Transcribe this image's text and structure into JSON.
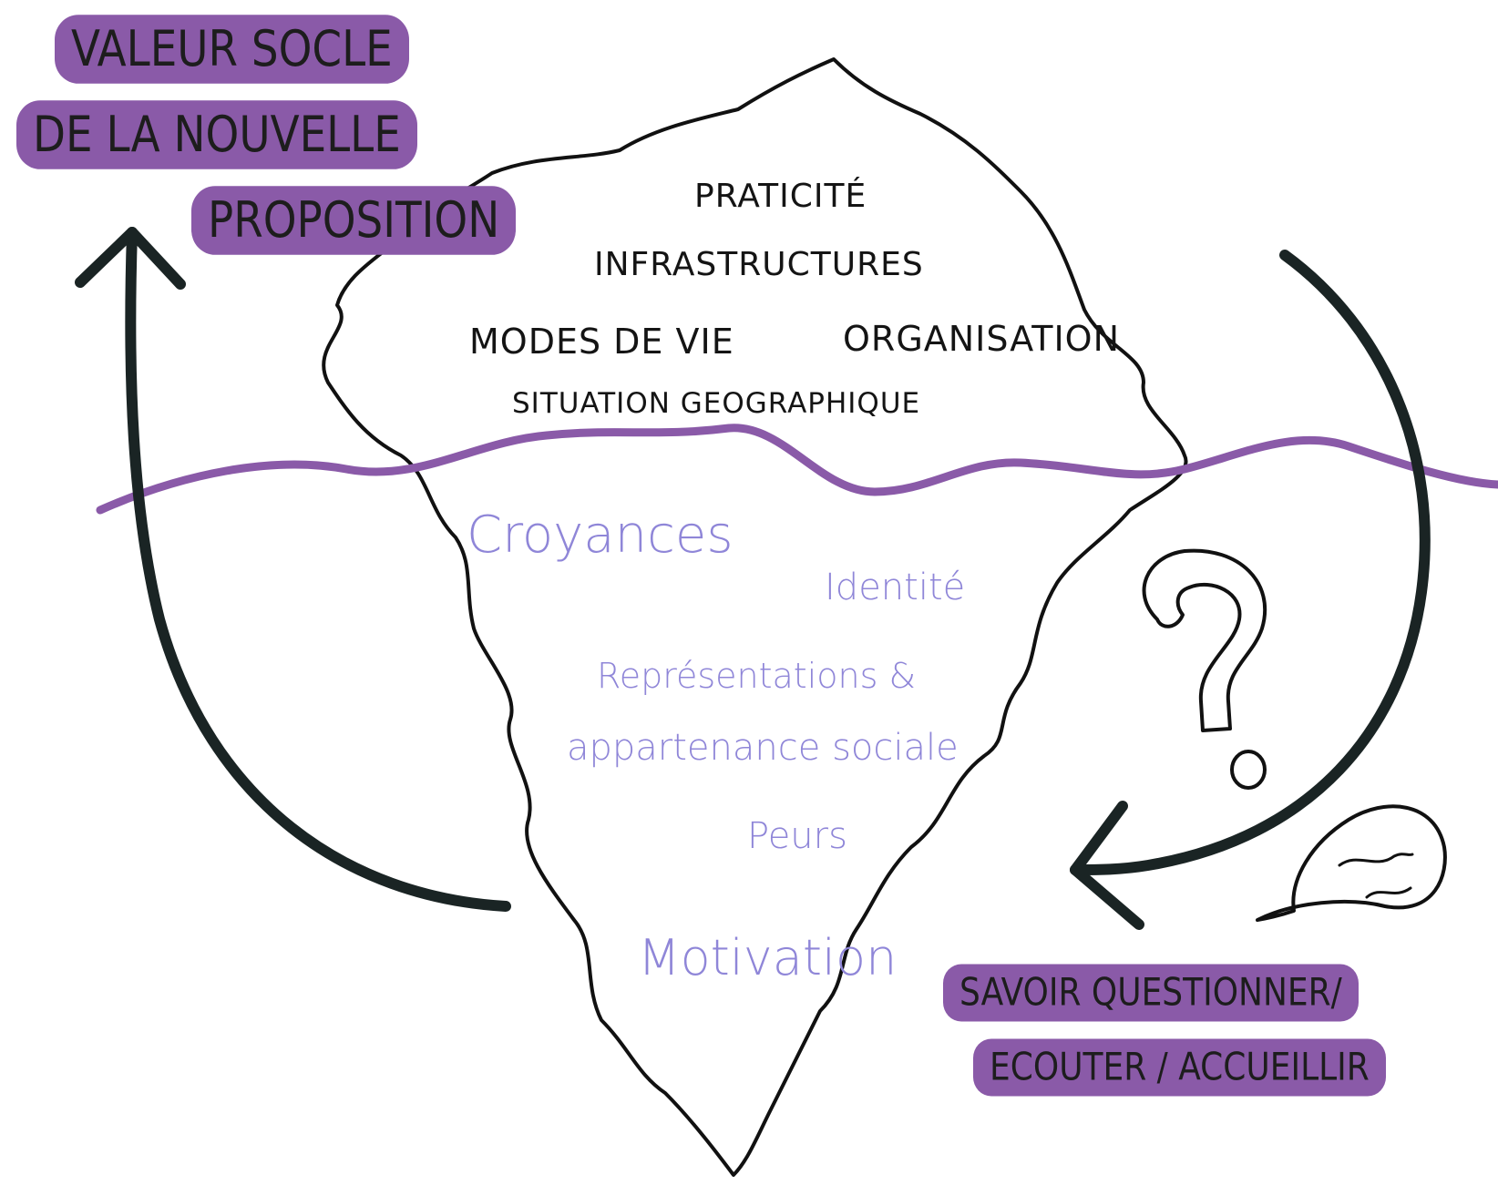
{
  "top_label": {
    "line1": "VALEUR SOCLE",
    "line2": "DE LA NOUVELLE",
    "line3": "PROPOSITION"
  },
  "above_water": {
    "item1": "PRATICITÉ",
    "item2": "INFRASTRUCTURES",
    "item3": "MODES DE VIE",
    "item4": "ORGANISATION",
    "item5": "SITUATION GEOGRAPHIQUE"
  },
  "below_water": {
    "item1": "Croyances",
    "item2": "Identité",
    "item3_line1": "Représentations &",
    "item3_line2": "appartenance sociale",
    "item4": "Peurs",
    "item5": "Motivation"
  },
  "bottom_label": {
    "line1": "SAVOIR QUESTIONNER/",
    "line2": "ECOUTER / ACCUEILLIR"
  },
  "colors": {
    "accent": "#8a5aa8",
    "waterline": "#8a5aa8",
    "below_text": "#8f86d8",
    "ink": "#1a2424"
  },
  "icons": [
    "question-mark-icon",
    "speech-bubble-icon",
    "curved-arrow-up-icon",
    "curved-arrow-left-icon"
  ]
}
